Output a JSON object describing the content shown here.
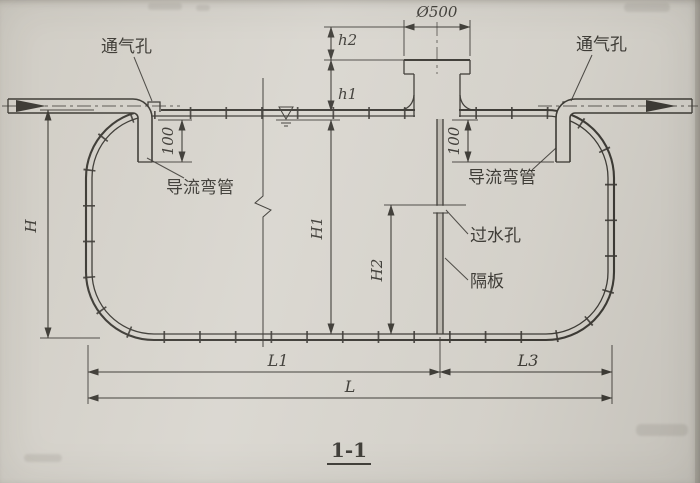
{
  "colors": {
    "paper": "#d9d6cf",
    "ink": "#3c3a35"
  },
  "title": {
    "text": "1-1"
  },
  "labels": {
    "vent_left": "通气孔",
    "vent_right": "通气孔",
    "manhole_diameter": "Ø500",
    "dim_h2": "h2",
    "dim_h1": "h1",
    "dim_100_left": "100",
    "dim_100_right": "100",
    "elbow_left": "导流弯管",
    "elbow_right": "导流弯管",
    "water_hole": "过水孔",
    "baffle": "隔板",
    "dim_H": "H",
    "dim_H1": "H1",
    "dim_H2": "H2",
    "dim_L1": "L1",
    "dim_L3": "L3",
    "dim_L": "L"
  }
}
